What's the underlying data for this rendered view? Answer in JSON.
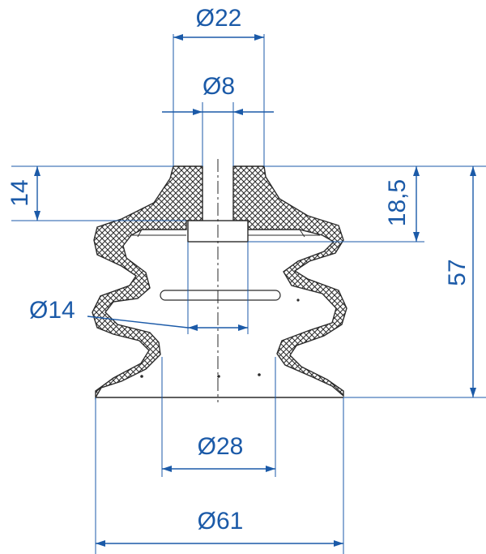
{
  "drawing": {
    "dimensions": {
      "top_outer_diameter": "Ø22",
      "bore_diameter": "Ø8",
      "top_height": "14",
      "insert_depth": "18,5",
      "total_height": "57",
      "inner_diameter": "Ø14",
      "base_inner_diameter": "Ø28",
      "base_outer_diameter": "Ø61"
    },
    "colors": {
      "dimension": "#1b5aa8",
      "outline": "#2a2a2a",
      "hatch": "#2a2a2a"
    }
  }
}
